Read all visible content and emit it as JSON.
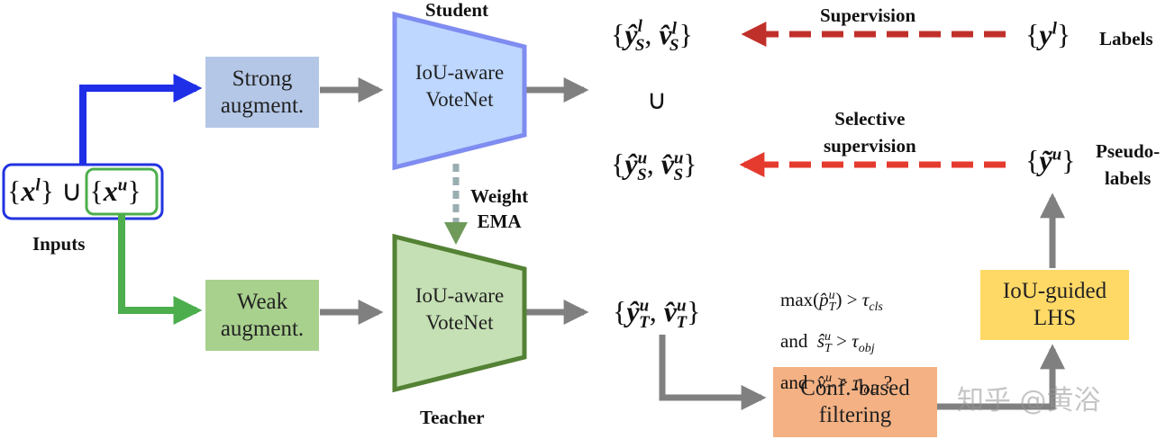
{
  "nodes": {
    "strong_augment": "Strong\naugment.",
    "weak_augment": "Weak\naugment.",
    "student_net": "IoU-aware\nVoteNet",
    "teacher_net": "IoU-aware\nVoteNet",
    "conf_filter": "Conf.-based\nfiltering",
    "iou_lhs": "IoU-guided\nLHS"
  },
  "labels": {
    "student": "Student",
    "teacher": "Teacher",
    "weight_ema": "Weight\nEMA",
    "inputs": "Inputs",
    "supervision": "Supervision",
    "selective_supervision": "Selective\nsupervision",
    "labels": "Labels",
    "pseudo_labels": "Pseudo-\nlabels",
    "union": "∪"
  },
  "conditions": {
    "line1": "max(p̂ᵘT) > τcls",
    "line2": "and ŝᵘT > τobj",
    "line3": "and v̂ᵘT > τIoU ?"
  },
  "watermark": "知乎 @黄浴",
  "colors": {
    "strong_fill": "#b4c7e7",
    "weak_fill": "#a9d18e",
    "student_fill": "#bdd7ff",
    "student_border": "#7f8cf0",
    "teacher_fill": "#c5e0b4",
    "teacher_border": "#548235",
    "filter_fill": "#f4b183",
    "lhs_fill": "#ffd966",
    "blue_arrow": "#1f2fe8",
    "green_arrow": "#4cae4c",
    "gray_arrow": "#808080",
    "red_dash": "#c0302a",
    "ema_dash": "#9aaeb0"
  }
}
